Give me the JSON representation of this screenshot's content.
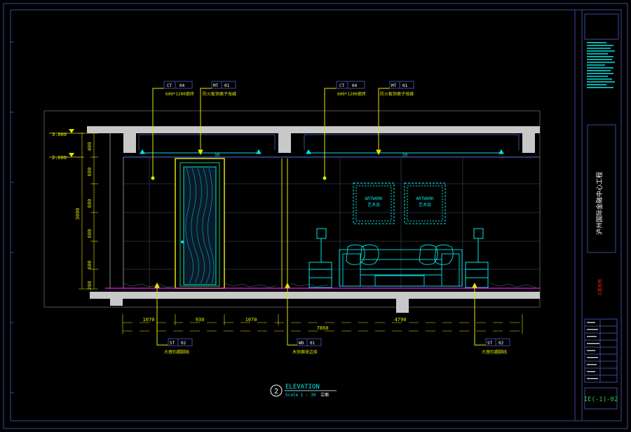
{
  "colors": {
    "background": "#000000",
    "frame": "#3b4a9e",
    "structure": "#c8c8c8",
    "leader": "#e6e600",
    "cyan": "#00e5e5",
    "green": "#22cc55",
    "magenta": "#ff00ff",
    "red": "#ff2020",
    "white": "#ffffff"
  },
  "levels": [
    {
      "label": "3.000"
    },
    {
      "label": "2.600"
    }
  ],
  "vertical_dims": {
    "total": "3000",
    "segments": [
      "400",
      "600",
      "600",
      "600",
      "600",
      "200"
    ]
  },
  "tags": [
    {
      "code": "CT",
      "num": "04",
      "note": "600*1200瓷砖"
    },
    {
      "code": "MT",
      "num": "01",
      "note": "防火板饰面子母缝"
    },
    {
      "code": "CT",
      "num": "04",
      "note": "600*1200瓷砖"
    },
    {
      "code": "MT",
      "num": "01",
      "note": "防火板饰面子母缝"
    },
    {
      "code": "ST",
      "num": "02",
      "note": "大理石踢脚线"
    },
    {
      "code": "WD",
      "num": "01",
      "note": "木饰面收边条"
    },
    {
      "code": "ST",
      "num": "02",
      "note": "大理石踢脚线"
    }
  ],
  "ceiling_marks": [
    "30",
    "30"
  ],
  "artwork": [
    {
      "label": "ARTWORK",
      "sub": "艺术品"
    },
    {
      "label": "ARTWORK",
      "sub": "艺术品"
    }
  ],
  "horizontal_dims": {
    "segments": [
      "1070",
      "930",
      "1070",
      "4790"
    ],
    "total": "7860"
  },
  "title_block": {
    "number": "2",
    "title": "ELEVATION",
    "scale": "Scale 1 : 30",
    "suffix": "立面",
    "project": "泸州国际金融中心工程",
    "drawing_no": "IE(-1)-02",
    "red_note": "工程名称"
  }
}
